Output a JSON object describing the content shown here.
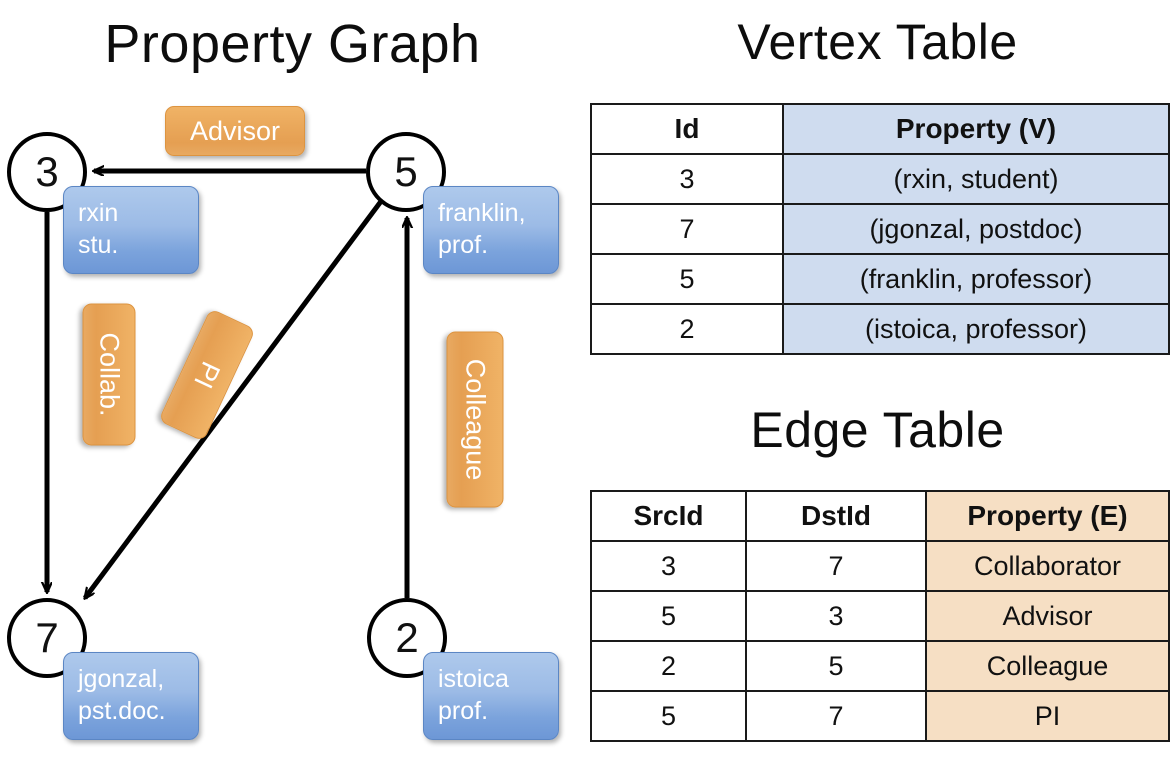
{
  "titles": {
    "property_graph": "Property Graph",
    "vertex_table": "Vertex Table",
    "edge_table": "Edge Table"
  },
  "colors": {
    "vertex_property_fill": "#cfdcef",
    "edge_property_fill": "#f6dfc4",
    "vertex_box_fill": "#9cbbe6",
    "edge_label_fill": "#eaa85b",
    "stroke": "#000000",
    "background": "#ffffff"
  },
  "graph": {
    "nodes": [
      {
        "id": "3",
        "property_line1": "rxin",
        "property_line2": "stu."
      },
      {
        "id": "5",
        "property_line1": "franklin,",
        "property_line2": "prof."
      },
      {
        "id": "7",
        "property_line1": "jgonzal,",
        "property_line2": "pst.doc."
      },
      {
        "id": "2",
        "property_line1": "istoica",
        "property_line2": "prof."
      }
    ],
    "edge_labels": {
      "advisor": "Advisor",
      "collab": "Collab.",
      "pi": "PI",
      "colleague": "Colleague"
    },
    "edges": [
      {
        "src": "5",
        "dst": "3",
        "label": "Advisor"
      },
      {
        "src": "3",
        "dst": "7",
        "label": "Collab."
      },
      {
        "src": "5",
        "dst": "7",
        "label": "PI"
      },
      {
        "src": "2",
        "dst": "5",
        "label": "Colleague"
      }
    ]
  },
  "vertex_table": {
    "headers": [
      "Id",
      "Property (V)"
    ],
    "rows": [
      {
        "id": "3",
        "property": "(rxin, student)"
      },
      {
        "id": "7",
        "property": "(jgonzal, postdoc)"
      },
      {
        "id": "5",
        "property": "(franklin, professor)"
      },
      {
        "id": "2",
        "property": "(istoica, professor)"
      }
    ]
  },
  "edge_table": {
    "headers": [
      "SrcId",
      "DstId",
      "Property (E)"
    ],
    "rows": [
      {
        "src": "3",
        "dst": "7",
        "property": "Collaborator"
      },
      {
        "src": "5",
        "dst": "3",
        "property": "Advisor"
      },
      {
        "src": "2",
        "dst": "5",
        "property": "Colleague"
      },
      {
        "src": "5",
        "dst": "7",
        "property": "PI"
      }
    ]
  }
}
